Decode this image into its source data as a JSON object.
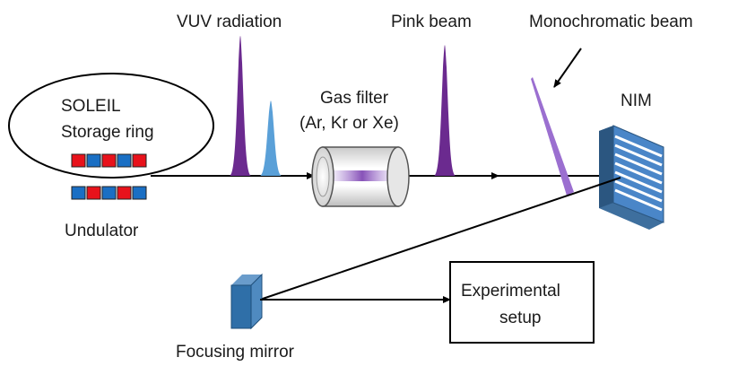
{
  "labels": {
    "vuv_radiation": "VUV radiation",
    "pink_beam": "Pink beam",
    "monochromatic_beam": "Monochromatic beam",
    "soleil_line1": "SOLEIL",
    "soleil_line2": "Storage ring",
    "undulator": "Undulator",
    "gas_filter_line1": "Gas filter",
    "gas_filter_line2": "(Ar, Kr or Xe)",
    "nim": "NIM",
    "experimental_line1": "Experimental",
    "experimental_line2": "setup",
    "focusing_mirror": "Focusing mirror"
  },
  "colors": {
    "magnet_red": "#e8121b",
    "magnet_blue": "#1a6fc4",
    "peak_purple": "#6b2a8f",
    "peak_blue": "#5aa0d8",
    "mono_purple": "#9b6fd0",
    "mirror_blue": "#2f6fa8",
    "nim_blue": "#4a86c8"
  },
  "undulator": {
    "top_row": [
      "red",
      "blue",
      "red",
      "blue",
      "red"
    ],
    "bottom_row": [
      "blue",
      "red",
      "blue",
      "red",
      "blue"
    ]
  }
}
